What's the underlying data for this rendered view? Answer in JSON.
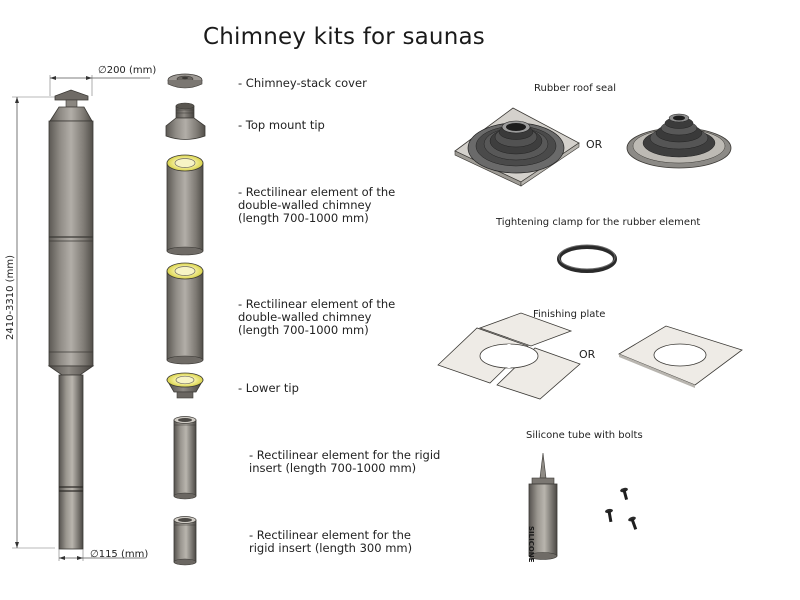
{
  "title": "Chimney kits for saunas",
  "dimensions": {
    "top_diameter": "∅200 (mm)",
    "bottom_diameter": "∅115 (mm)",
    "height": "2410-3310 (mm)"
  },
  "components": [
    {
      "id": "cover",
      "lines": [
        "- Chimney-stack cover"
      ]
    },
    {
      "id": "top-tip",
      "lines": [
        "- Top mount tip"
      ]
    },
    {
      "id": "rect1",
      "lines": [
        "- Rectilinear element of the",
        "double-walled chimney",
        "(length 700-1000 mm)"
      ]
    },
    {
      "id": "rect2",
      "lines": [
        "- Rectilinear element of the",
        "double-walled chimney",
        "(length 700-1000 mm)"
      ]
    },
    {
      "id": "lower-tip",
      "lines": [
        "- Lower tip"
      ]
    },
    {
      "id": "rigid1",
      "lines": [
        "- Rectilinear element for the rigid",
        "insert (length 700-1000 mm)"
      ]
    },
    {
      "id": "rigid2",
      "lines": [
        "- Rectilinear element for the",
        "rigid insert (length 300 mm)"
      ]
    }
  ],
  "accessories": {
    "roof_seal": "Rubber roof seal",
    "clamp": "Tightening clamp for the rubber element",
    "finishing_plate": "Finishing plate",
    "silicone": "Silicone tube with bolts",
    "or_text": "OR",
    "silicone_brand": "SILICONE"
  }
}
